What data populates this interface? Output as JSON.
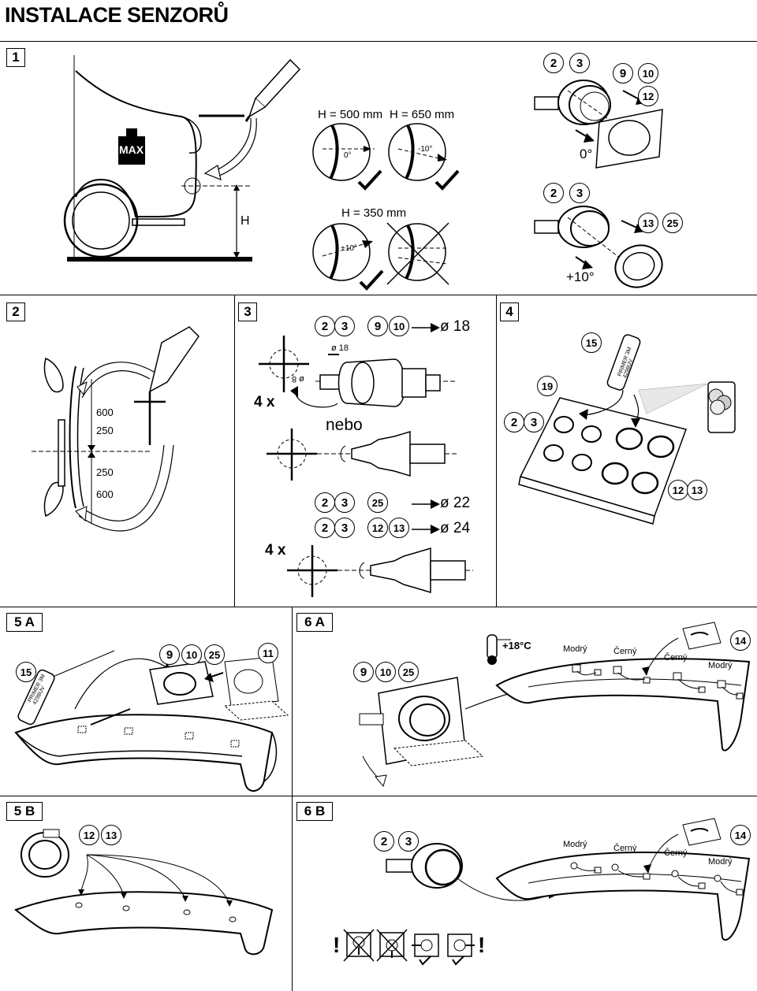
{
  "title": "INSTALACE SENZORŮ",
  "panels": {
    "p1": "1",
    "p2": "2",
    "p3": "3",
    "p4": "4",
    "p5a": "5 A",
    "p5b": "5 B",
    "p6a": "6 A",
    "p6b": "6 B"
  },
  "step1": {
    "max": "MAX",
    "h": "H",
    "h500": "H = 500 mm",
    "h650": "H = 650 mm",
    "h350": "H = 350 mm",
    "deg0": "0°",
    "degm10": "-10°",
    "degp10": "+10°",
    "sensor_top_nums": [
      "2",
      "3"
    ],
    "bezel_top_nums": [
      "9",
      "10"
    ],
    "bezel_top_extra": "12",
    "angle_0": "0°",
    "sensor_bottom_nums": [
      "2",
      "3"
    ],
    "bezel_bottom_nums": [
      "13",
      "25"
    ],
    "angle_p10": "+10°"
  },
  "step2": {
    "d600a": "600",
    "d250a": "250",
    "d250b": "250",
    "d600b": "600"
  },
  "step3": {
    "row1_nums": [
      "2",
      "3",
      "9",
      "10"
    ],
    "row1_result": "ø 18",
    "drill18": "ø 18",
    "drill8": "ø 8",
    "times": "4 x",
    "nebo": "nebo",
    "row2_nums": [
      "2",
      "3",
      "25"
    ],
    "row2_result": "ø 22",
    "row3_nums": [
      "2",
      "3",
      "12",
      "13"
    ],
    "row3_result": "ø 24",
    "times2": "4 x"
  },
  "step4": {
    "n15": "15",
    "n19": "19",
    "n23": [
      "2",
      "3"
    ],
    "n1213": [
      "12",
      "13"
    ],
    "primer": "PRIMER 3M 4298UV"
  },
  "step5a": {
    "n15": "15",
    "bezel_nums": [
      "9",
      "10",
      "25"
    ],
    "n11": "11",
    "primer": "PRIMER 3M 4298UV"
  },
  "step5b": {
    "nums": [
      "12",
      "13"
    ]
  },
  "step6a": {
    "temp": "+18°C",
    "nums": [
      "9",
      "10",
      "25"
    ],
    "n14": "14",
    "modry1": "Modrý",
    "cerny1": "Černý",
    "cerny2": "Černý",
    "modry2": "Modrý"
  },
  "step6b": {
    "nums": [
      "2",
      "3"
    ],
    "n14": "14",
    "modry1": "Modrý",
    "cerny1": "Černý",
    "cerny2": "Černý",
    "modry2": "Modrý",
    "warn": "!"
  }
}
